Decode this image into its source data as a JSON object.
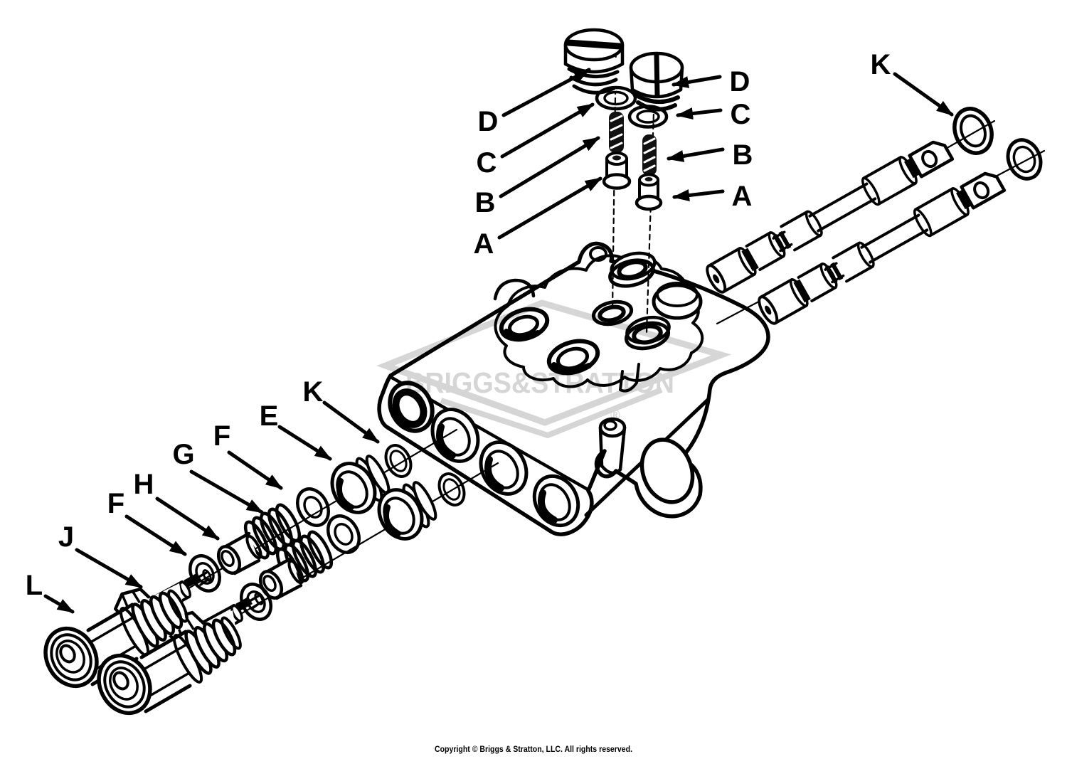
{
  "colors": {
    "background": "#ffffff",
    "ink": "#000000",
    "watermark": "#d9d9d9"
  },
  "watermark": {
    "brand": "BRIGGS&STRATTON",
    "registered_mark": "®"
  },
  "callouts": [
    {
      "letter": "D"
    },
    {
      "letter": "C"
    },
    {
      "letter": "B"
    },
    {
      "letter": "A"
    },
    {
      "letter": "D"
    },
    {
      "letter": "C"
    },
    {
      "letter": "B"
    },
    {
      "letter": "A"
    },
    {
      "letter": "K"
    },
    {
      "letter": "K"
    },
    {
      "letter": "E"
    },
    {
      "letter": "F"
    },
    {
      "letter": "G"
    },
    {
      "letter": "H"
    },
    {
      "letter": "F"
    },
    {
      "letter": "J"
    },
    {
      "letter": "L"
    }
  ],
  "footer": {
    "copyright": "Copyright © Briggs & Stratton, LLC. All rights reserved."
  }
}
